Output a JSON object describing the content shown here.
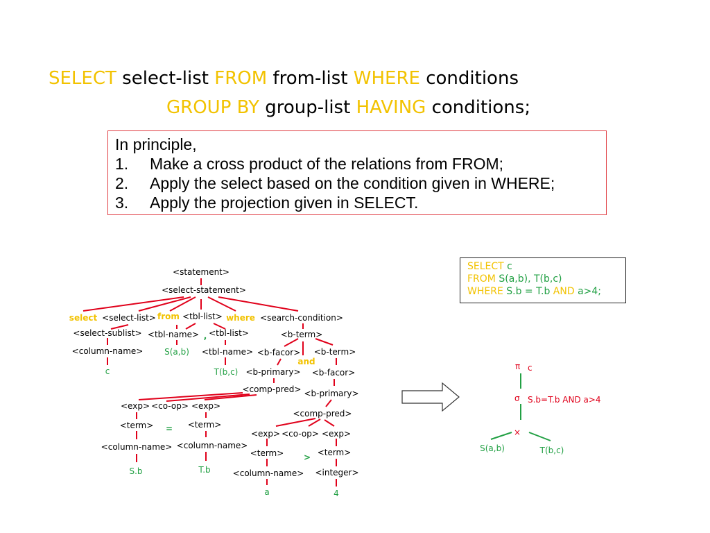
{
  "header": {
    "line1": [
      {
        "text": "SELECT",
        "color": "#f2c200"
      },
      {
        "text": "select-list",
        "color": "#000000"
      },
      {
        "text": "FROM",
        "color": "#f2c200"
      },
      {
        "text": "from-list",
        "color": "#000000"
      },
      {
        "text": "WHERE",
        "color": "#f2c200"
      },
      {
        "text": "conditions",
        "color": "#000000"
      }
    ],
    "line2": [
      {
        "text": "GROUP BY",
        "color": "#f2c200"
      },
      {
        "text": "group-list",
        "color": "#000000"
      },
      {
        "text": "HAVING",
        "color": "#f2c200"
      },
      {
        "text": "conditions;",
        "color": "#000000"
      }
    ]
  },
  "principle": {
    "intro": "In principle,",
    "steps": [
      {
        "num": "1.",
        "text": "Make a cross product of the relations from FROM;"
      },
      {
        "num": "2.",
        "text": "Apply the select based on the condition given in WHERE;"
      },
      {
        "num": "3.",
        "text": "Apply the projection given in SELECT."
      }
    ]
  },
  "sql_example": {
    "select_kw": "SELECT",
    "select_val": "c",
    "from_kw": "FROM",
    "from_val": "S(a,b), T(b,c)",
    "where_kw": "WHERE",
    "where_val1": "S.b = T.b",
    "and_kw": "AND",
    "where_val2": "a>4;"
  },
  "parse_tree": {
    "nodes": {
      "statement": "<statement>",
      "select_statement": "<select-statement>",
      "select_kw": "select",
      "select_list": "<select-list>",
      "from_kw": "from",
      "tbl_list": "<tbl-list>",
      "where_kw": "where",
      "search_condition": "<search-condition>",
      "select_sublist": "<select-sublist>",
      "tbl_name_1": "<tbl-name>",
      "comma": ",",
      "tbl_list_2": "<tbl-list>",
      "b_term_1": "<b-term>",
      "column_name_1": "<column-name>",
      "s_ab": "S(a,b)",
      "tbl_name_2": "<tbl-name>",
      "b_facor_1": "<b-facor>",
      "b_term_2": "<b-term>",
      "and_kw": "and",
      "c_leaf": "c",
      "t_bc": "T(b,c)",
      "b_primary_1": "<b-primary>",
      "b_facor_2": "<b-facor>",
      "comp_pred_1": "<comp-pred>",
      "b_primary_2": "<b-primary>",
      "exp_1": "<exp>",
      "co_op_1": "<co-op>",
      "exp_2": "<exp>",
      "comp_pred_2": "<comp-pred>",
      "term_1": "<term>",
      "eq": "=",
      "term_2": "<term>",
      "exp_3": "<exp>",
      "co_op_2": "<co-op>",
      "exp_4": "<exp>",
      "column_name_2": "<column-name>",
      "column_name_3": "<column-name>",
      "term_3": "<term>",
      "gt": ">",
      "term_4": "<term>",
      "sb_leaf": "S.b",
      "tb_leaf": "T.b",
      "column_name_4": "<column-name>",
      "integer": "<integer>",
      "a_leaf": "a",
      "four_leaf": "4"
    }
  },
  "algebra_tree": {
    "pi": "π",
    "pi_sub": "c",
    "sigma": "σ",
    "sigma_sub": "S.b=T.b AND a>4",
    "cross": "×",
    "left": "S(a,b)",
    "right": "T(b,c)"
  },
  "colors": {
    "keyword": "#f2c200",
    "value": "#22a044",
    "edge": "#e0001a",
    "text": "#000000"
  }
}
